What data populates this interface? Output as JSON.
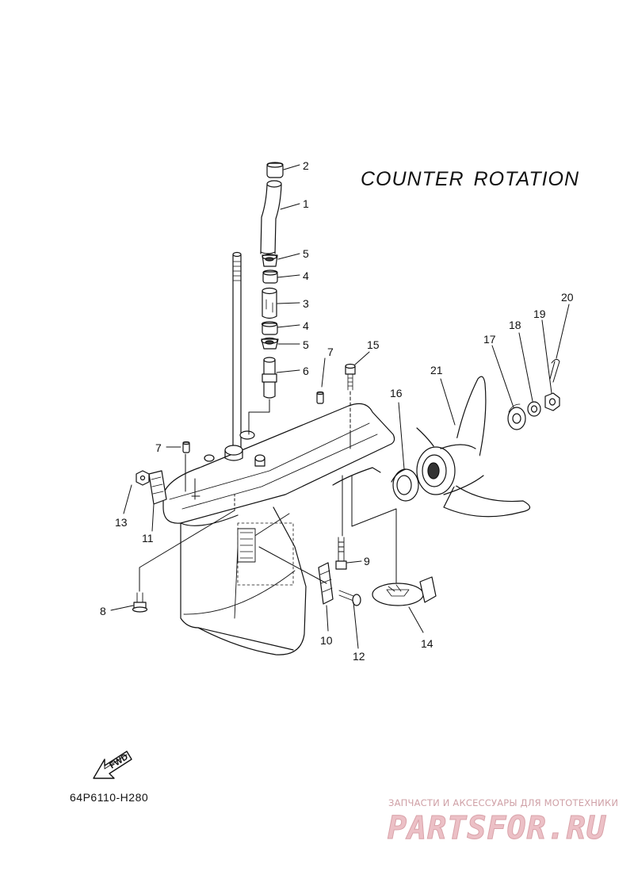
{
  "diagram": {
    "title": [
      "COUNTER",
      "ROTATION"
    ],
    "code": "64P6110-H280",
    "fwd_label": "FWD",
    "watermark": {
      "line": "ЗАПЧАСТИ И АКСЕССУАРЫ ДЛЯ МОТОТЕХНИКИ",
      "logo": "PARTSFOR.RU"
    },
    "callouts": [
      "1",
      "2",
      "3",
      "4",
      "4",
      "5",
      "5",
      "6",
      "7",
      "7",
      "8",
      "9",
      "10",
      "11",
      "12",
      "13",
      "14",
      "15",
      "16",
      "17",
      "18",
      "19",
      "20",
      "21"
    ]
  }
}
